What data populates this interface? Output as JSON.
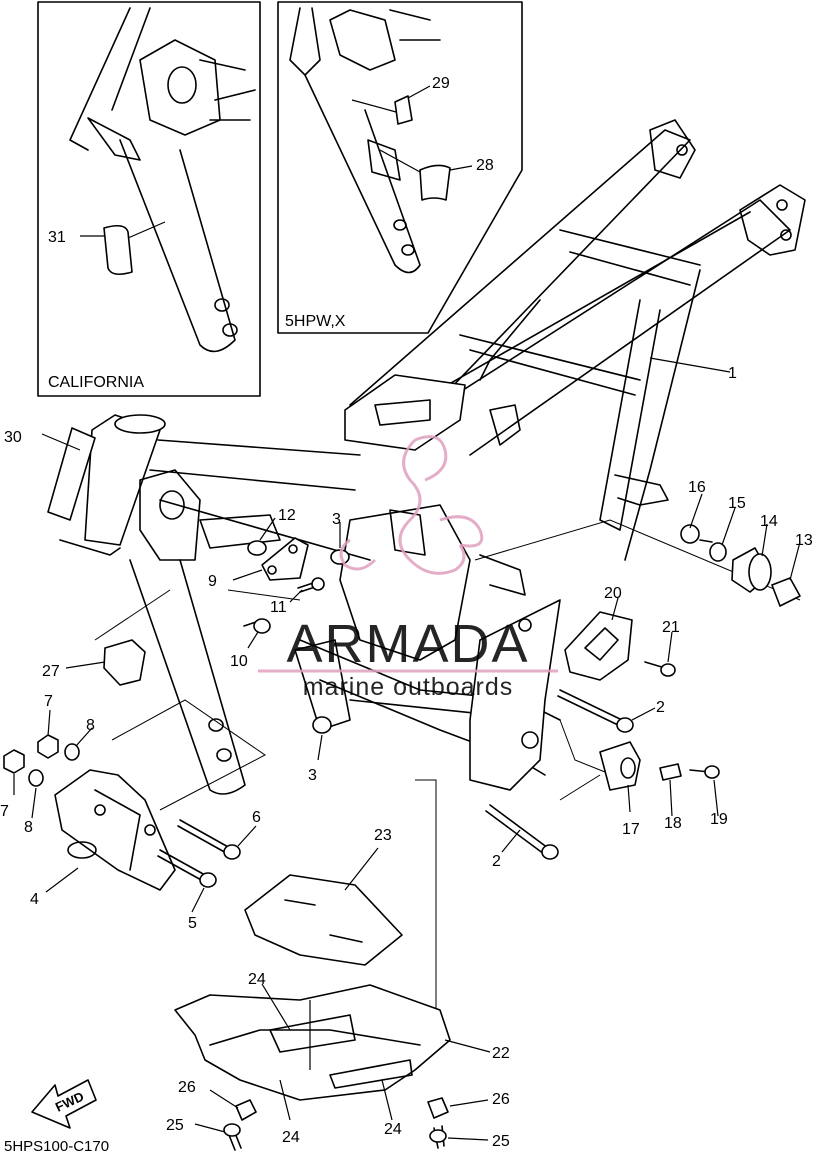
{
  "diagram": {
    "code": "5HPS100-C170",
    "inset_left": {
      "caption": "CALIFORNIA"
    },
    "inset_right": {
      "caption": "5HPW,X"
    },
    "fwd_label": "FWD",
    "callouts": [
      "1",
      "2",
      "2",
      "3",
      "3",
      "4",
      "5",
      "6",
      "7",
      "7",
      "8",
      "8",
      "9",
      "10",
      "11",
      "12",
      "13",
      "14",
      "15",
      "16",
      "17",
      "18",
      "19",
      "20",
      "21",
      "22",
      "23",
      "24",
      "24",
      "24",
      "25",
      "25",
      "26",
      "26",
      "27",
      "28",
      "29",
      "30",
      "31"
    ]
  },
  "watermark": {
    "brand": "ARMADA",
    "tagline": "marine outboards",
    "color": "#e0a0bf"
  }
}
